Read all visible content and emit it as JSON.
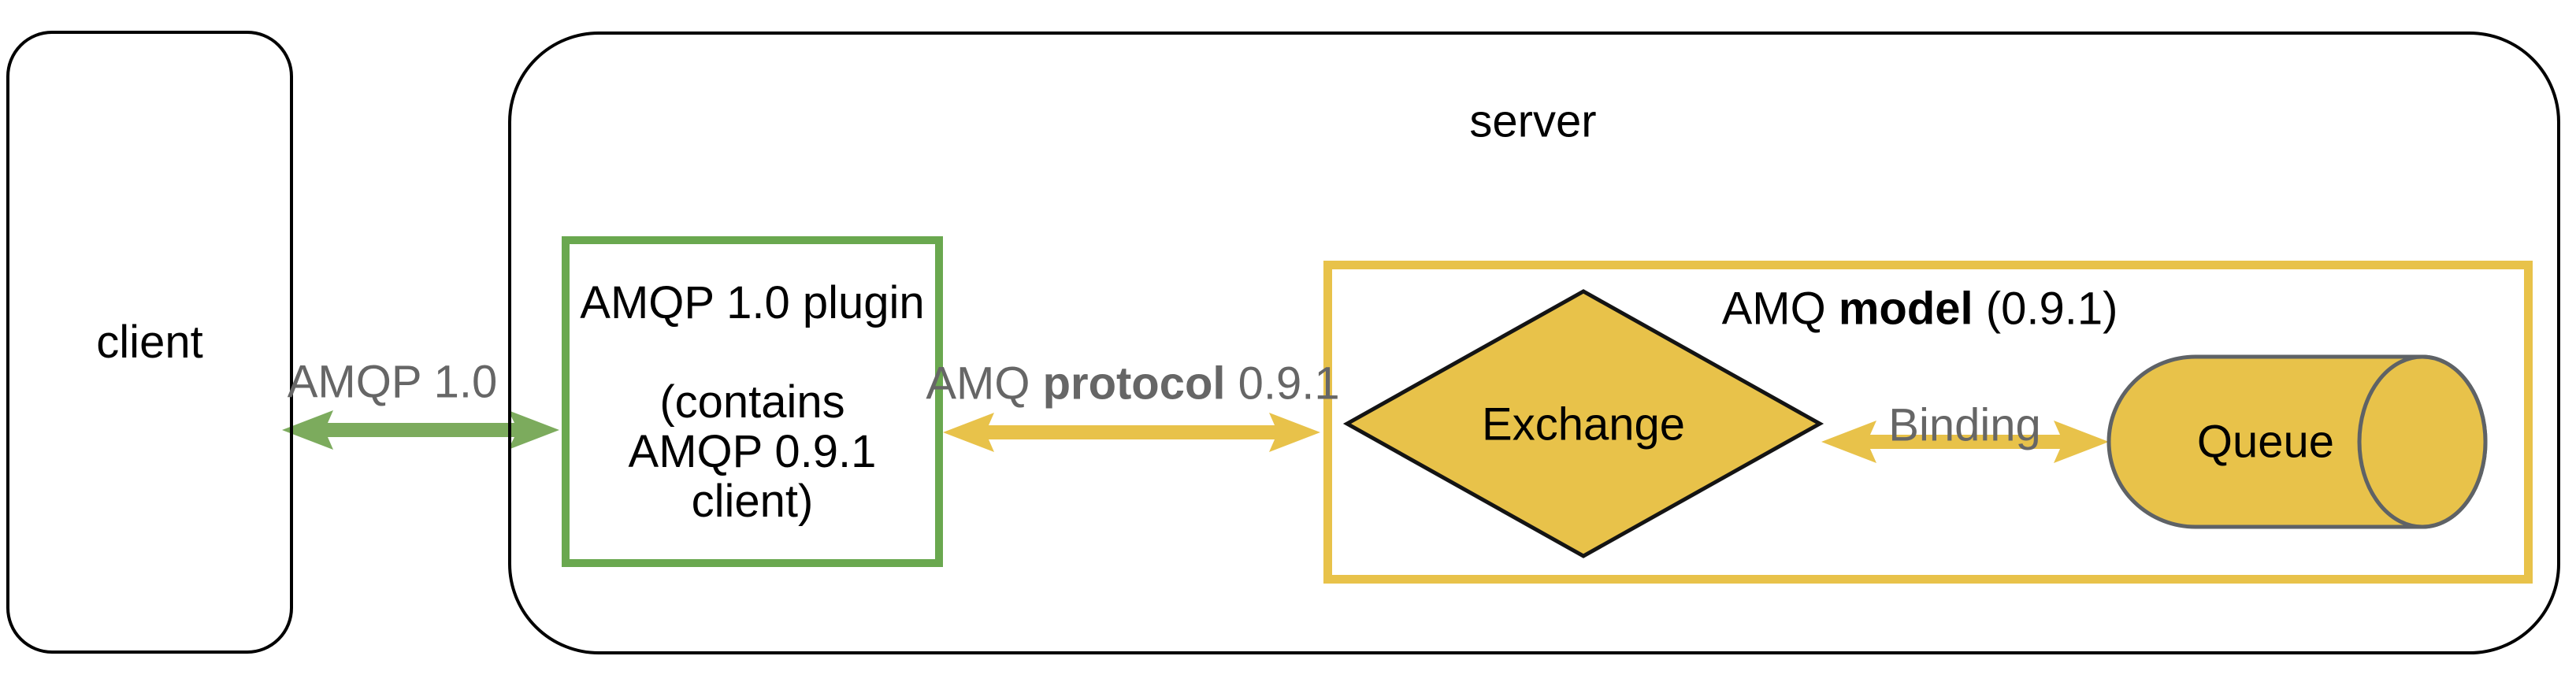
{
  "colors": {
    "box_stroke": "#000000",
    "green_border": "#6AA84F",
    "green_arrow": "#7CAB5D",
    "yellow": "#E8C24A",
    "diamond_stroke": "#141414",
    "queue_stroke": "#5E6266",
    "gray_text": "#666666",
    "black_text": "#000000"
  },
  "client": {
    "label": "client"
  },
  "server": {
    "label": "server"
  },
  "plugin": {
    "text": "AMQP 1.0 plugin\n\n(contains\nAMQP 0.9.1\nclient)"
  },
  "connections": {
    "amqp10": {
      "label": "AMQP 1.0"
    },
    "amq_protocol": {
      "pre": "AMQ ",
      "bold": "protocol",
      "post": " 0.9.1"
    },
    "binding": {
      "label": "Binding"
    }
  },
  "model": {
    "title_pre": "AMQ ",
    "title_bold": "model",
    "title_post": " (0.9.1)",
    "exchange_label": "Exchange",
    "queue_label": "Queue"
  }
}
